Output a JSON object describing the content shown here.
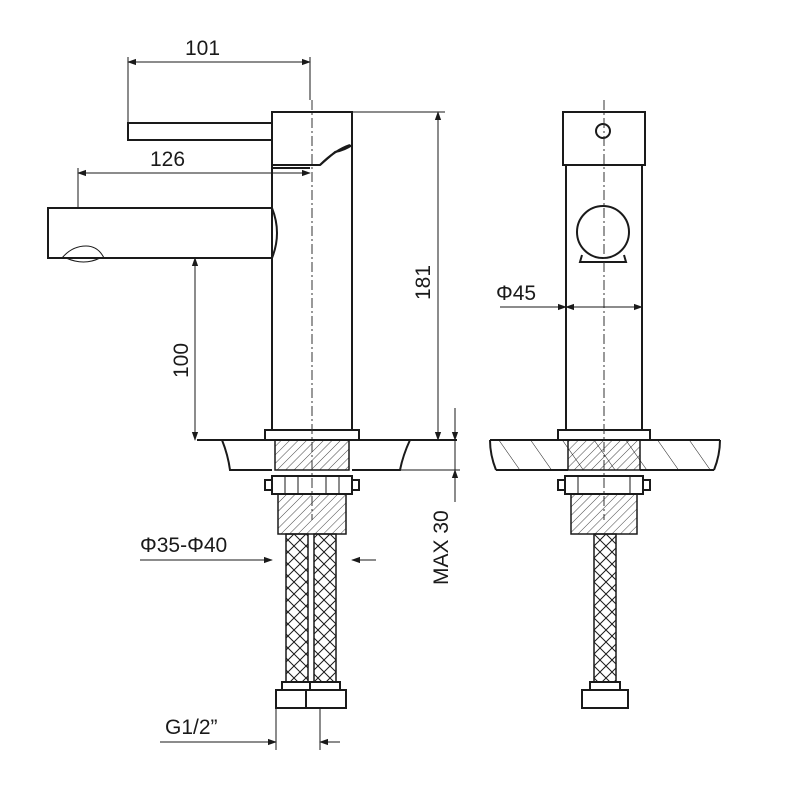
{
  "drawing": {
    "dimensions": {
      "lever_reach": "101",
      "spout_reach": "126",
      "total_height": "181",
      "spout_height": "100",
      "body_diameter": "Φ45",
      "hole_diameter": "Φ35-Φ40",
      "max_thickness": "MAX 30",
      "thread": "G1/2”"
    }
  }
}
